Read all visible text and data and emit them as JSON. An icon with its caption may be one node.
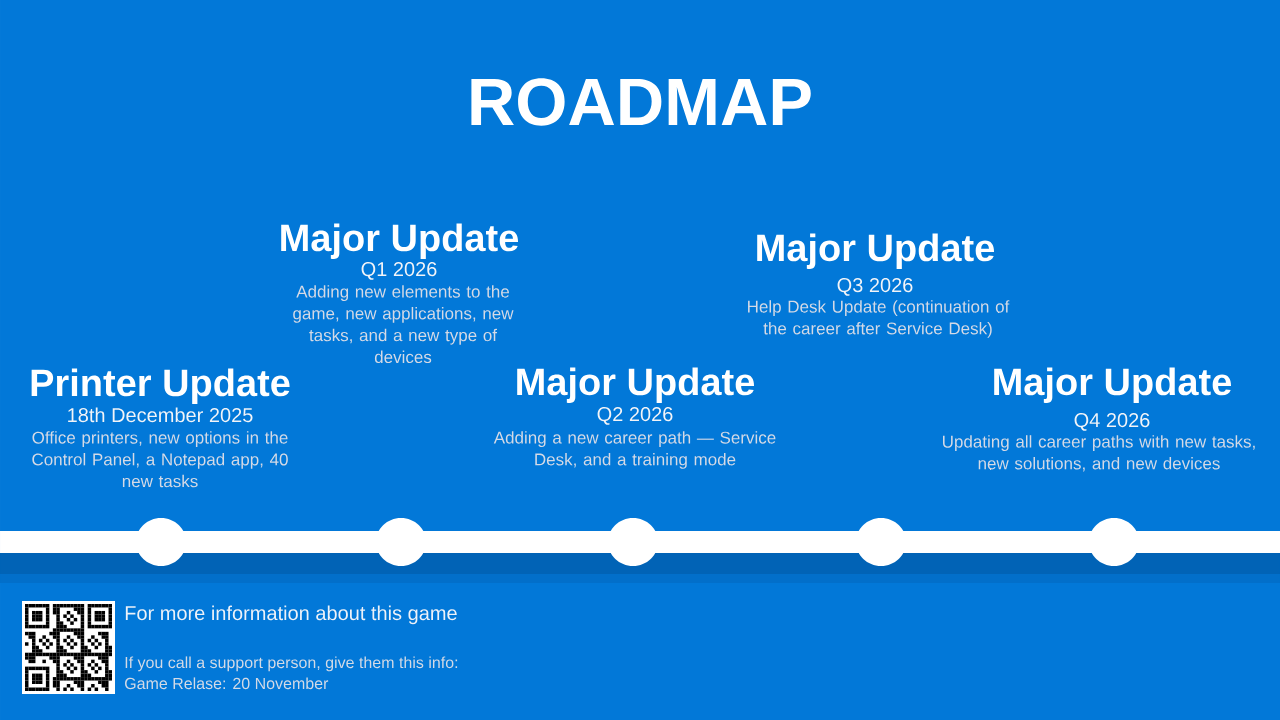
{
  "diagram": {
    "title": "ROADMAP",
    "nodes": [
      {
        "text": [],
        "shape": "circle",
        "beside": [
          "Printer Update",
          "18th December 2025",
          "Office printers, new options in the Control Panel, a Notepad app, 40 new tasks"
        ]
      },
      {
        "text": [],
        "shape": "circle",
        "beside": [
          "Major Update",
          "Q1 2026",
          "Adding new elements to the game, new applications, new tasks, and a new type of devices"
        ]
      },
      {
        "text": [],
        "shape": "circle",
        "beside": [
          "Major Update",
          "Q2 2026",
          "Adding a new career path — Service Desk, and a training mode"
        ]
      },
      {
        "text": [],
        "shape": "circle",
        "beside": [
          "Major Update",
          "Q3 2026",
          "Help Desk Update (continuation of the career after Service Desk)"
        ]
      },
      {
        "text": [],
        "shape": "circle",
        "beside": [
          "Major Update",
          "Q4 2026",
          "Updating all career paths with new tasks, new solutions, and new devices"
        ]
      },
      {
        "text": [],
        "shape": "bar"
      }
    ],
    "labels": [
      "For more information about this game",
      "If you call a support person, give them this info:",
      "Game Relase: 20 November"
    ]
  }
}
